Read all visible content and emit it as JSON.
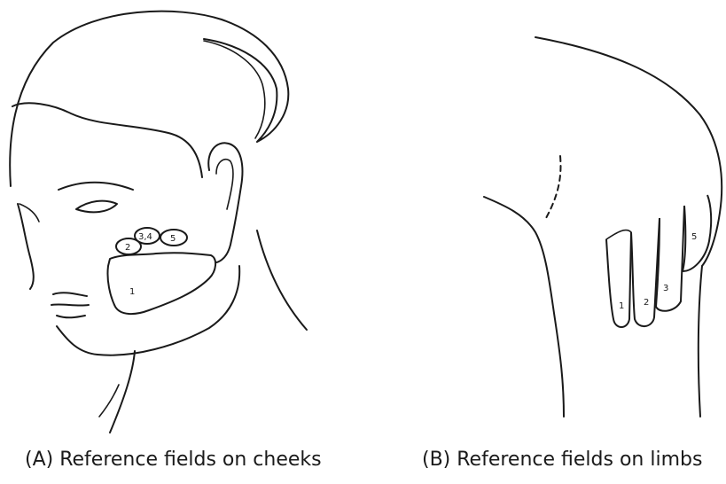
{
  "panel_a": {
    "caption": "(A) Reference fields on cheeks",
    "field_labels": [
      "1",
      "2",
      "3,4",
      "5"
    ]
  },
  "panel_b": {
    "caption": "(B) Reference fields on limbs",
    "field_labels": [
      "1",
      "2",
      "3",
      "5"
    ]
  }
}
